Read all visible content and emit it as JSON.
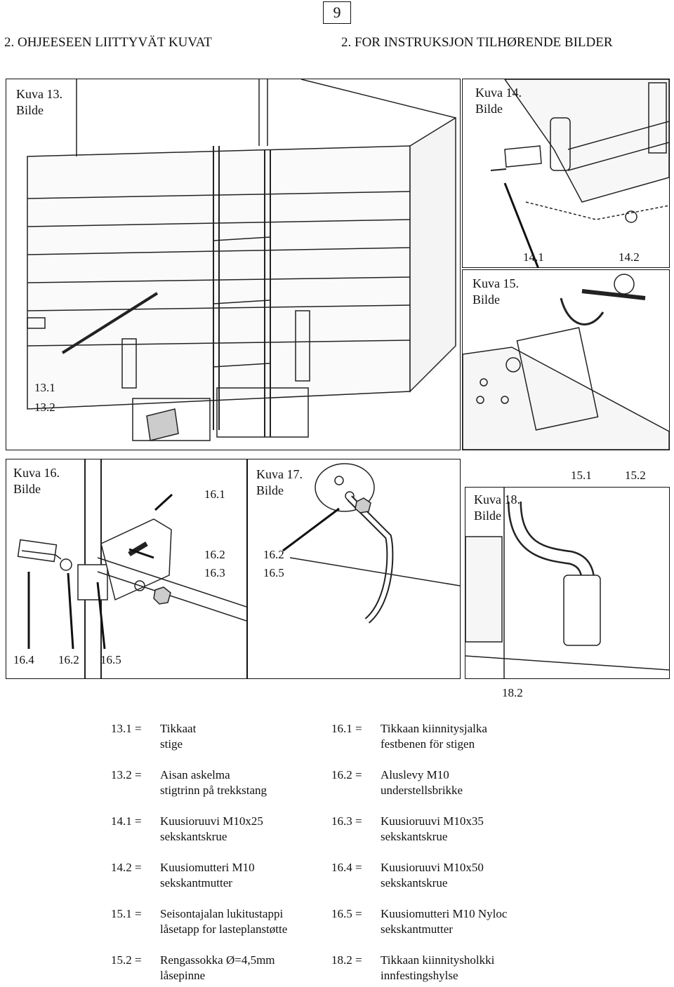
{
  "page_number": "9",
  "headers": {
    "fi": "2. OHJEESEEN LIITTYVÄT KUVAT",
    "no": "2. FOR INSTRUKSJON TILHØRENDE BILDER"
  },
  "figures": {
    "f13": {
      "line1": "Kuva 13.",
      "line2": "Bilde",
      "labels": [
        "13.1",
        "13.2"
      ]
    },
    "f14": {
      "line1": "Kuva 14.",
      "line2": "Bilde",
      "labels": [
        "14.1",
        "14.2"
      ]
    },
    "f15": {
      "line1": "Kuva 15.",
      "line2": "Bilde",
      "labels": [
        "15.1",
        "15.2"
      ]
    },
    "f16": {
      "line1": "Kuva 16.",
      "line2": "Bilde",
      "labels": [
        "16.1",
        "16.2",
        "16.3",
        "16.4",
        "16.2",
        "16.5"
      ]
    },
    "f17": {
      "line1": "Kuva 17.",
      "line2": "Bilde",
      "labels": [
        "16.2",
        "16.5"
      ]
    },
    "f18": {
      "line1": "Kuva 18.",
      "line2": "Bilde",
      "labels": [
        "18.2"
      ]
    }
  },
  "legend_left": [
    {
      "key": "13.1 =",
      "fi": "Tikkaat",
      "no": "stige"
    },
    {
      "key": "13.2 =",
      "fi": "Aisan askelma",
      "no": "stigtrinn på trekkstang"
    },
    {
      "key": "14.1 =",
      "fi": "Kuusioruuvi M10x25",
      "no": "sekskantskrue"
    },
    {
      "key": "14.2 =",
      "fi": "Kuusiomutteri M10",
      "no": "sekskantmutter"
    },
    {
      "key": "15.1 =",
      "fi": "Seisontajalan lukitustappi",
      "no": "låsetapp for lasteplanstøtte"
    },
    {
      "key": "15.2 =",
      "fi": "Rengassokka Ø=4,5mm",
      "no": "låsepinne"
    }
  ],
  "legend_right": [
    {
      "key": "16.1 =",
      "fi": "Tikkaan kiinnitysjalka",
      "no": "festbenen för stigen"
    },
    {
      "key": "16.2 =",
      "fi": "Aluslevy M10",
      "no": "understellsbrikke"
    },
    {
      "key": "16.3 =",
      "fi": "Kuusioruuvi M10x35",
      "no": "sekskantskrue"
    },
    {
      "key": "16.4 =",
      "fi": "Kuusioruuvi M10x50",
      "no": "sekskantskrue"
    },
    {
      "key": "16.5 =",
      "fi": "Kuusiomutteri M10 Nyloc",
      "no": "sekskantmutter"
    },
    {
      "key": "18.2 =",
      "fi": "Tikkaan kiinnitysholkki",
      "no": "innfestingshylse"
    }
  ]
}
